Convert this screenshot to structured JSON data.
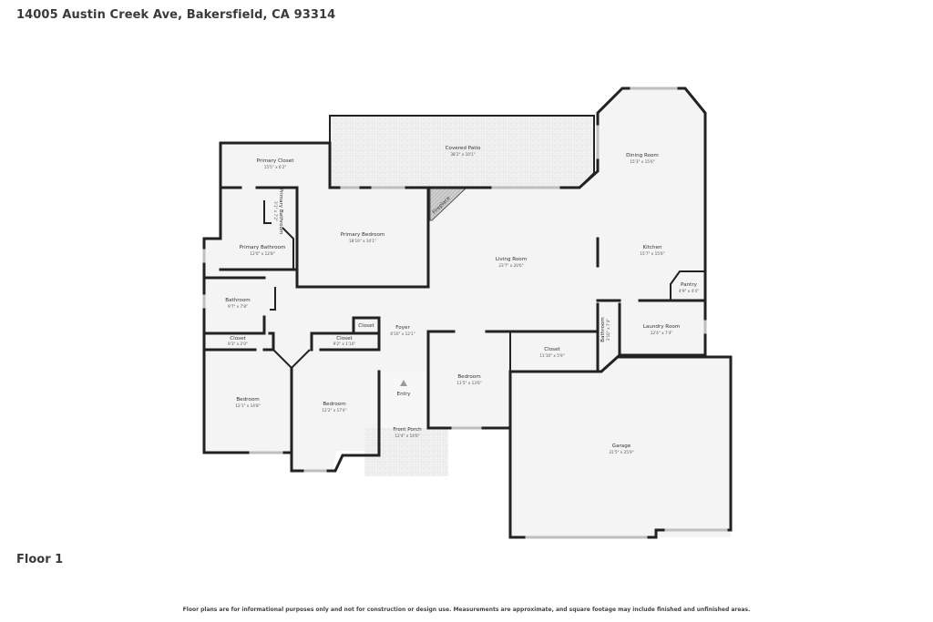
{
  "header": {
    "address": "14005 Austin Creek Ave, Bakersfield, CA 93314"
  },
  "footer": {
    "floor": "Floor 1",
    "disclaimer": "Floor plans are for informational purposes only and not for construction or design use. Measurements are approximate, and square footage may include finished and unfinished areas."
  },
  "rooms": {
    "covered_patio": {
      "name": "Covered Patio",
      "dims": "38'2\" x 10'1\""
    },
    "dining_room": {
      "name": "Dining Room",
      "dims": "15'3\" x 15'6\""
    },
    "primary_closet": {
      "name": "Primary Closet",
      "dims": "15'5\" x 6'2\""
    },
    "primary_bathroom_small": {
      "name": "Primary Bathroom",
      "dims": "3'1\" x 7'2\""
    },
    "fireplace": {
      "name": "Fireplace"
    },
    "primary_bedroom": {
      "name": "Primary Bedroom",
      "dims": "18'10\" x 14'1\""
    },
    "primary_bathroom": {
      "name": "Primary Bathroom",
      "dims": "12'0\" x 12'8\""
    },
    "living_room": {
      "name": "Living Room",
      "dims": "23'7\" x 20'6\""
    },
    "kitchen": {
      "name": "Kitchen",
      "dims": "15'7\" x 15'6\""
    },
    "pantry": {
      "name": "Pantry",
      "dims": "4'9\" x 4'4\""
    },
    "bathroom_left": {
      "name": "Bathroom",
      "dims": "9'7\" x 7'8\""
    },
    "closet_small": {
      "name": "Closet"
    },
    "foyer": {
      "name": "Foyer",
      "dims": "6'10\" x 12'1\""
    },
    "bathroom_right": {
      "name": "Bathroom",
      "dims": "3'10\" x 7'4\""
    },
    "laundry_room": {
      "name": "Laundry Room",
      "dims": "12'4\" x 7'4\""
    },
    "closet_left": {
      "name": "Closet",
      "dims": "9'3\" x 2'0\""
    },
    "closet_mid": {
      "name": "Closet",
      "dims": "9'2\" x 1'10\""
    },
    "closet_right": {
      "name": "Closet",
      "dims": "11'10\" x 5'9\""
    },
    "entry": {
      "name": "Entry"
    },
    "bedroom_1": {
      "name": "Bedroom",
      "dims": "12'1\" x 14'8\""
    },
    "bedroom_2": {
      "name": "Bedroom",
      "dims": "12'2\" x 17'4\""
    },
    "bedroom_3": {
      "name": "Bedroom",
      "dims": "11'5\" x 13'6\""
    },
    "front_porch": {
      "name": "Front Porch",
      "dims": "12'4\" x 14'6\""
    },
    "garage": {
      "name": "Garage",
      "dims": "31'5\" x 25'9\""
    }
  },
  "colors": {
    "wall": "#222222",
    "floor": "#f4f4f4",
    "hatch": "#dcdcdc",
    "window": "#bfbfbf"
  }
}
